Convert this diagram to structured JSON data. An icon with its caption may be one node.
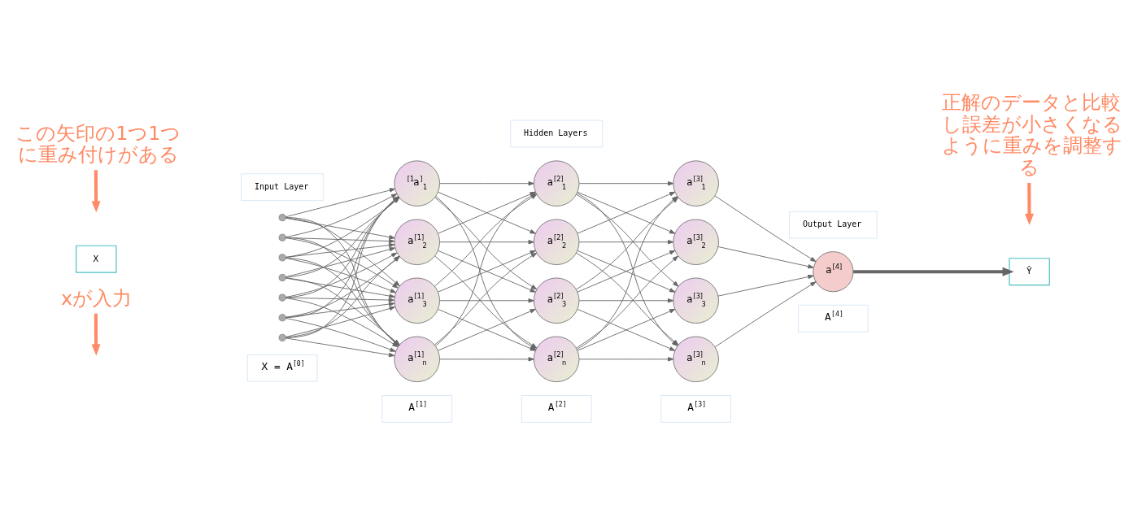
{
  "diagram": {
    "nodes": [
      {
        "text": [
          "この矢印の1つ1つに重み付けがある"
        ]
      },
      {
        "text": [
          "Hidden Layers"
        ]
      },
      {
        "text": [
          "正解のデータと比較し誤差が小さくなるように重みを調整する"
        ]
      },
      {
        "text": [
          "Input Layer"
        ]
      },
      {
        "text": [
          "Output Layer"
        ]
      },
      {
        "text": [
          "X"
        ]
      },
      {
        "text": [],
        "shape": "circle"
      },
      {
        "text": [],
        "shape": "circle"
      },
      {
        "text": [],
        "shape": "circle"
      },
      {
        "text": [],
        "shape": "circle"
      },
      {
        "text": [],
        "shape": "circle"
      },
      {
        "text": [],
        "shape": "circle"
      },
      {
        "text": [],
        "shape": "circle"
      },
      {
        "text": [
          "$^{[1}$a$^{]}$$_{1}$"
        ]
      },
      {
        "text": [
          "a$^{[1]}$$_{2}$"
        ]
      },
      {
        "text": [
          "a$^{[1]}$$_{3}$"
        ]
      },
      {
        "text": [
          "a$^{[1]}$$_{n}$"
        ]
      },
      {
        "text": [
          "a$^{[2]}$$_{1}$"
        ]
      },
      {
        "text": [
          "a$^{[2]}$$_{2}$"
        ]
      },
      {
        "text": [
          "a$^{[2]}$$_{3}$"
        ]
      },
      {
        "text": [
          "a$^{[2]}$$_{n}$"
        ]
      },
      {
        "text": [
          "a$^{[3]}$$_{1}$"
        ]
      },
      {
        "text": [
          "a$^{[3]}$$_{2}$"
        ]
      },
      {
        "text": [
          "a$^{[3]}$$_{3}$"
        ]
      },
      {
        "text": [
          "a$^{[3]}$$_{n}$"
        ]
      },
      {
        "text": [
          "a$^{[4]}$"
        ]
      },
      {
        "text": [
          "Ŷ"
        ]
      },
      {
        "text": [
          "xが入力"
        ]
      },
      {
        "text": [
          "X = A$^{[0]}$"
        ]
      },
      {
        "text": [
          "A$^{[1]}$"
        ]
      },
      {
        "text": [
          "A$^{[2]}$"
        ]
      },
      {
        "text": [
          "A$^{[3]}$"
        ]
      },
      {
        "text": [
          "A$^{[4]}$"
        ]
      }
    ],
    "edges": [
      {
        "from": 6,
        "to": 13,
        "arrow": "to"
      },
      {
        "from": 6,
        "to": 14,
        "arrow": "to"
      },
      {
        "from": 6,
        "to": 15,
        "arrow": "to"
      },
      {
        "from": 6,
        "to": 16,
        "arrow": "to"
      },
      {
        "from": 7,
        "to": 13,
        "arrow": "to"
      },
      {
        "from": 7,
        "to": 14,
        "arrow": "to"
      },
      {
        "from": 7,
        "to": 15,
        "arrow": "to"
      },
      {
        "from": 7,
        "to": 16,
        "arrow": "to"
      },
      {
        "from": 8,
        "to": 13,
        "arrow": "to"
      },
      {
        "from": 8,
        "to": 14,
        "arrow": "to"
      },
      {
        "from": 8,
        "to": 15,
        "arrow": "to"
      },
      {
        "from": 8,
        "to": 16,
        "arrow": "to"
      },
      {
        "from": 9,
        "to": 13,
        "arrow": "to"
      },
      {
        "from": 9,
        "to": 14,
        "arrow": "to"
      },
      {
        "from": 9,
        "to": 15,
        "arrow": "to"
      },
      {
        "from": 9,
        "to": 16,
        "arrow": "to"
      },
      {
        "from": 10,
        "to": 13,
        "arrow": "to"
      },
      {
        "from": 10,
        "to": 14,
        "arrow": "to"
      },
      {
        "from": 10,
        "to": 15,
        "arrow": "to"
      },
      {
        "from": 10,
        "to": 16,
        "arrow": "to"
      },
      {
        "from": 11,
        "to": 13,
        "arrow": "to"
      },
      {
        "from": 11,
        "to": 14,
        "arrow": "to"
      },
      {
        "from": 11,
        "to": 15,
        "arrow": "to"
      },
      {
        "from": 11,
        "to": 16,
        "arrow": "to"
      },
      {
        "from": 12,
        "to": 13,
        "arrow": "to"
      },
      {
        "from": 12,
        "to": 14,
        "arrow": "to"
      },
      {
        "from": 12,
        "to": 15,
        "arrow": "to"
      },
      {
        "from": 12,
        "to": 16,
        "arrow": "to"
      },
      {
        "from": 13,
        "to": 17,
        "arrow": "to"
      },
      {
        "from": 13,
        "to": 18,
        "arrow": "to"
      },
      {
        "from": 13,
        "to": 19,
        "arrow": "to"
      },
      {
        "from": 13,
        "to": 20,
        "arrow": "to"
      },
      {
        "from": 14,
        "to": 17,
        "arrow": "to"
      },
      {
        "from": 14,
        "to": 18,
        "arrow": "to"
      },
      {
        "from": 14,
        "to": 19,
        "arrow": "to"
      },
      {
        "from": 14,
        "to": 20,
        "arrow": "to"
      },
      {
        "from": 15,
        "to": 17,
        "arrow": "to"
      },
      {
        "from": 15,
        "to": 18,
        "arrow": "to"
      },
      {
        "from": 15,
        "to": 19,
        "arrow": "to"
      },
      {
        "from": 15,
        "to": 20,
        "arrow": "to"
      },
      {
        "from": 16,
        "to": 17,
        "arrow": "to"
      },
      {
        "from": 16,
        "to": 18,
        "arrow": "to"
      },
      {
        "from": 16,
        "to": 19,
        "arrow": "to"
      },
      {
        "from": 16,
        "to": 20,
        "arrow": "to"
      },
      {
        "from": 17,
        "to": 21,
        "arrow": "to"
      },
      {
        "from": 17,
        "to": 22,
        "arrow": "to"
      },
      {
        "from": 17,
        "to": 23,
        "arrow": "to"
      },
      {
        "from": 17,
        "to": 24,
        "arrow": "to"
      },
      {
        "from": 18,
        "to": 21,
        "arrow": "to"
      },
      {
        "from": 18,
        "to": 22,
        "arrow": "to"
      },
      {
        "from": 18,
        "to": 23,
        "arrow": "to"
      },
      {
        "from": 18,
        "to": 24,
        "arrow": "to"
      },
      {
        "from": 19,
        "to": 21,
        "arrow": "to"
      },
      {
        "from": 19,
        "to": 22,
        "arrow": "to"
      },
      {
        "from": 19,
        "to": 23,
        "arrow": "to"
      },
      {
        "from": 19,
        "to": 24,
        "arrow": "to"
      },
      {
        "from": 20,
        "to": 21,
        "arrow": "to"
      },
      {
        "from": 20,
        "to": 22,
        "arrow": "to"
      },
      {
        "from": 20,
        "to": 23,
        "arrow": "to"
      },
      {
        "from": 20,
        "to": 24,
        "arrow": "to"
      },
      {
        "from": 21,
        "to": 25,
        "arrow": "to"
      },
      {
        "from": 22,
        "to": 25,
        "arrow": "to"
      },
      {
        "from": 23,
        "to": 25,
        "arrow": "to"
      },
      {
        "from": 24,
        "to": 25,
        "arrow": "to"
      },
      {
        "from": 25,
        "to": 26,
        "arrow": "to",
        "style": "thick"
      },
      {
        "from": 0,
        "to": null,
        "arrow": "to",
        "style": "thick",
        "color": "#ff8a65"
      },
      {
        "from": 27,
        "to": null,
        "arrow": "to",
        "style": "thick",
        "color": "#ff8a65"
      },
      {
        "from": 2,
        "to": null,
        "arrow": "to",
        "style": "thick",
        "color": "#ff8a65"
      }
    ]
  }
}
